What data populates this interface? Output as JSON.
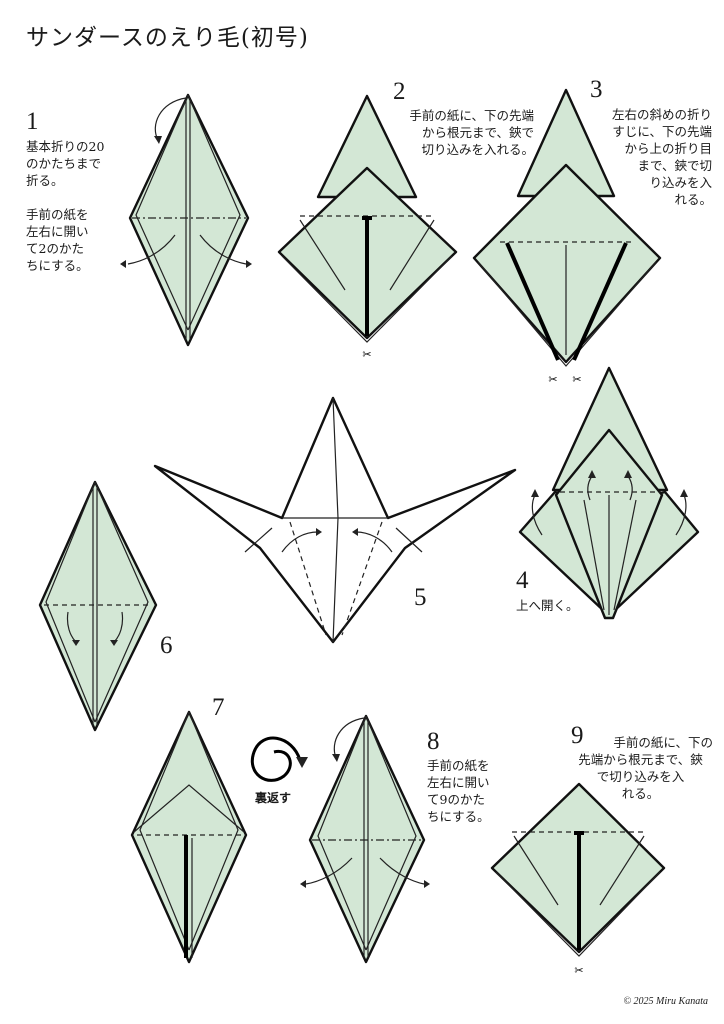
{
  "title": "サンダースのえり毛(初号)",
  "steps": [
    {
      "num": "1",
      "lines": [
        "基本折りの20",
        "のかたちまで",
        "折る。",
        "",
        "手前の紙を",
        "左右に開い",
        "て2のかた",
        "ちにする。"
      ]
    },
    {
      "num": "2",
      "lines": [
        "手前の紙に、下の先端",
        "から根元まで、鋏で",
        "切り込みを入れる。"
      ]
    },
    {
      "num": "3",
      "lines": [
        "左右の斜めの折り",
        "すじに、下の先端",
        "から上の折り目",
        "まで、鋏で切",
        "り込みを入",
        "れる。"
      ]
    },
    {
      "num": "4",
      "lines": [
        "上へ開く。"
      ]
    },
    {
      "num": "5",
      "lines": []
    },
    {
      "num": "6",
      "lines": []
    },
    {
      "num": "7",
      "lines": []
    },
    {
      "num": "8",
      "lines": [
        "手前の紙を",
        "左右に開い",
        "て9のかた",
        "ちにする。"
      ]
    },
    {
      "num": "9",
      "lines": [
        "手前の紙に、下の",
        "先端から根元まで、鋏",
        "で切り込みを入",
        "れる。"
      ]
    }
  ],
  "turn_over_label": "裏返す",
  "copyright": "© 2025 Miru Kanata"
}
